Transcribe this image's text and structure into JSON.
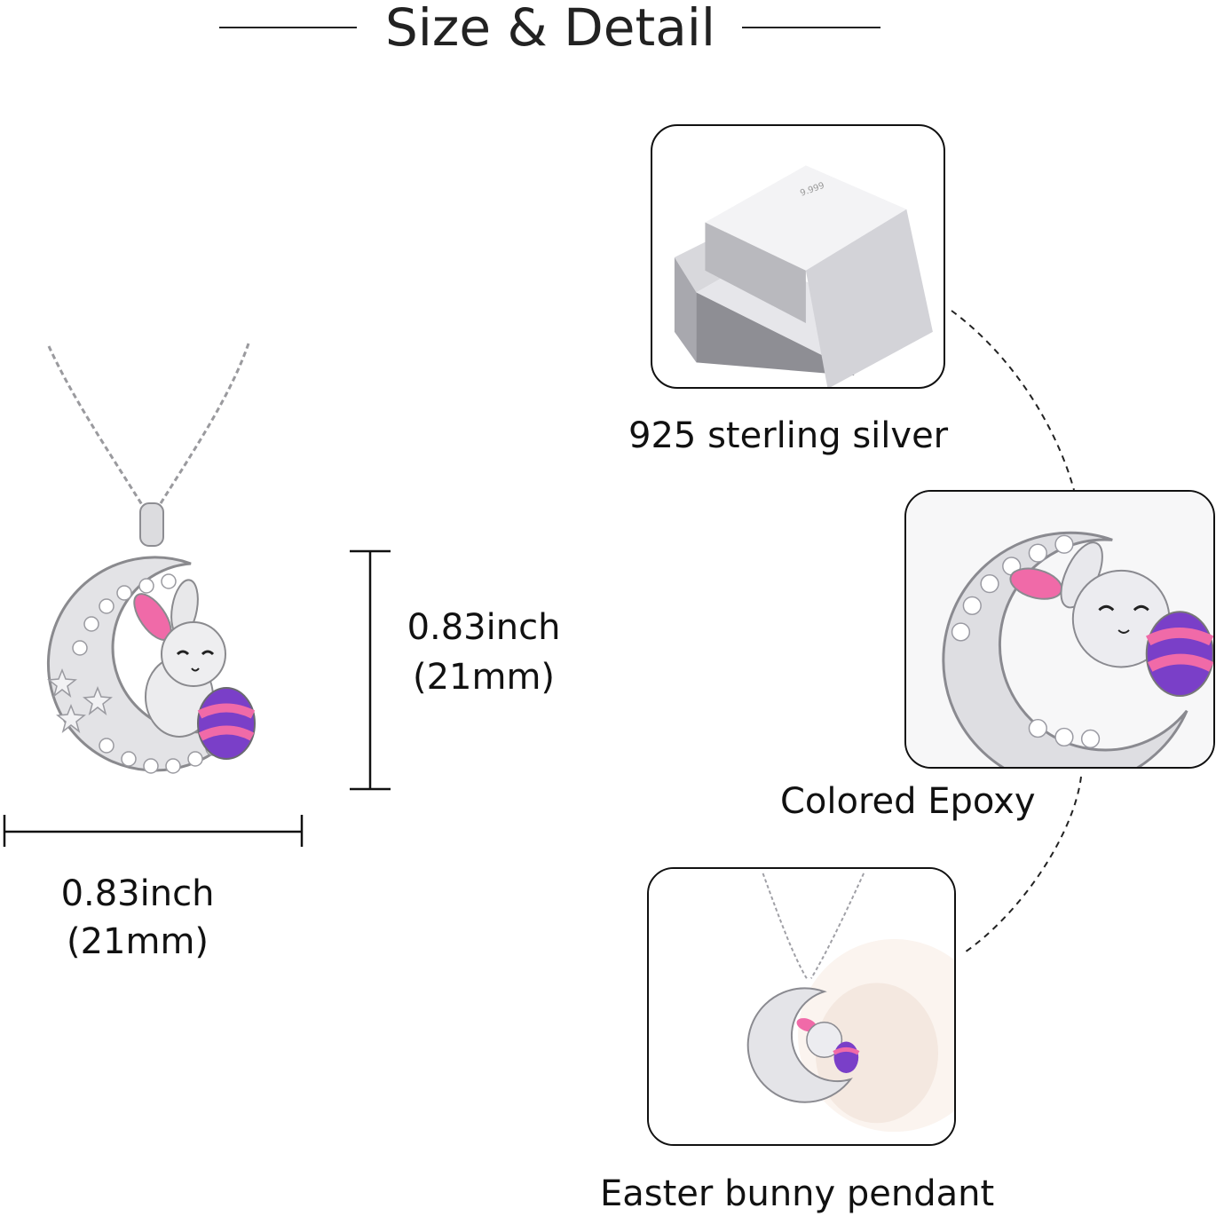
{
  "header": {
    "title": "Size & Detail"
  },
  "dimensions": {
    "height_inch": "0.83inch",
    "height_mm": "(21mm)",
    "width_inch": "0.83inch",
    "width_mm": "(21mm)"
  },
  "features": [
    {
      "label": "925 sterling silver",
      "icon": "silver-bars-image"
    },
    {
      "label": "Colored Epoxy",
      "icon": "pendant-closeup-image"
    },
    {
      "label": "Easter bunny pendant",
      "icon": "necklace-rose-image"
    }
  ],
  "colors": {
    "text": "#111111",
    "pink": "#f06aa8",
    "purple": "#7a3fc8",
    "silver": "#c9c9cc"
  }
}
